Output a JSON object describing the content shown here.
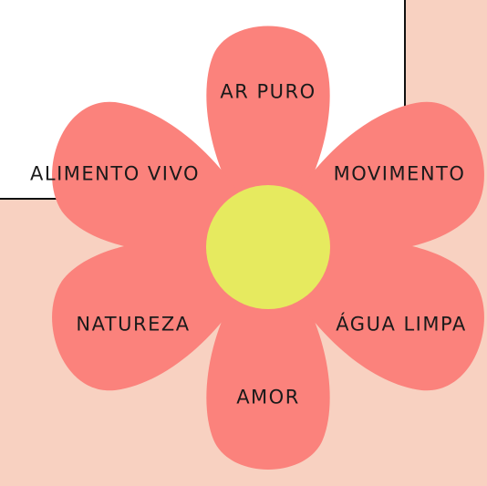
{
  "colors": {
    "background": "#f8d1c1",
    "card": "#ffffff",
    "petal": "#fb827c",
    "center": "#e6ea5f",
    "text": "#1a1a1a"
  },
  "petals": [
    {
      "id": "top",
      "label": "AR PURO"
    },
    {
      "id": "upper-right",
      "label": "MOVIMENTO"
    },
    {
      "id": "lower-right",
      "label": "ÁGUA LIMPA"
    },
    {
      "id": "bottom",
      "label": "AMOR"
    },
    {
      "id": "lower-left",
      "label": "NATUREZA"
    },
    {
      "id": "upper-left",
      "label": "ALIMENTO VIVO"
    }
  ]
}
